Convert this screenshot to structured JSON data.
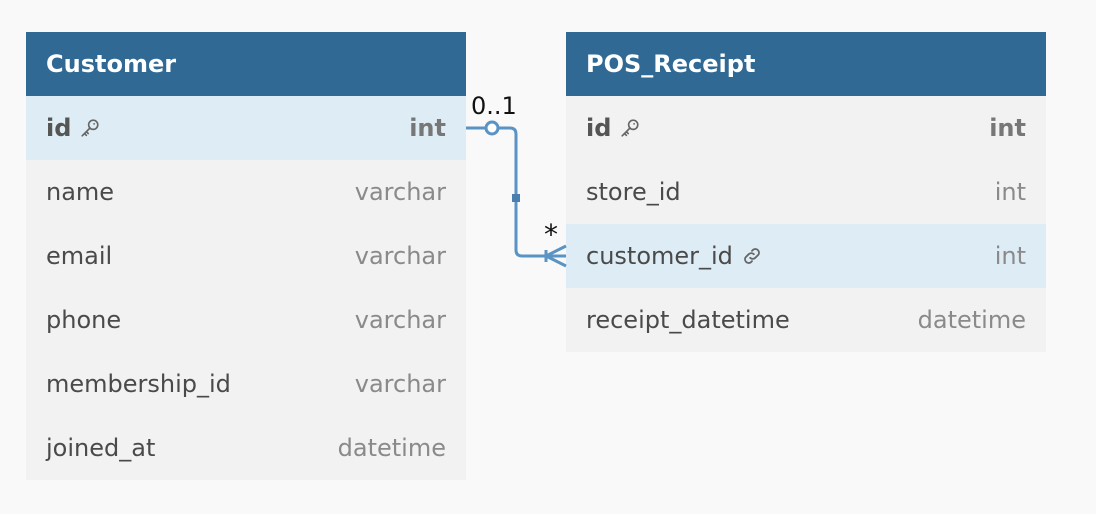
{
  "tables": {
    "customer": {
      "title": "Customer",
      "fields": [
        {
          "name": "id",
          "type": "int",
          "key": "primary"
        },
        {
          "name": "name",
          "type": "varchar"
        },
        {
          "name": "email",
          "type": "varchar"
        },
        {
          "name": "phone",
          "type": "varchar"
        },
        {
          "name": "membership_id",
          "type": "varchar"
        },
        {
          "name": "joined_at",
          "type": "datetime"
        }
      ]
    },
    "pos_receipt": {
      "title": "POS_Receipt",
      "fields": [
        {
          "name": "id",
          "type": "int",
          "key": "primary"
        },
        {
          "name": "store_id",
          "type": "int"
        },
        {
          "name": "customer_id",
          "type": "int",
          "key": "foreign"
        },
        {
          "name": "receipt_datetime",
          "type": "datetime"
        }
      ]
    }
  },
  "relationship": {
    "from_cardinality": "0..1",
    "to_cardinality": "*"
  },
  "icons": {
    "primary_key": "key-icon",
    "foreign_key": "link-icon"
  },
  "colors": {
    "header": "#316995",
    "highlight_row": "#deedf5",
    "connector": "#5a94c4"
  }
}
